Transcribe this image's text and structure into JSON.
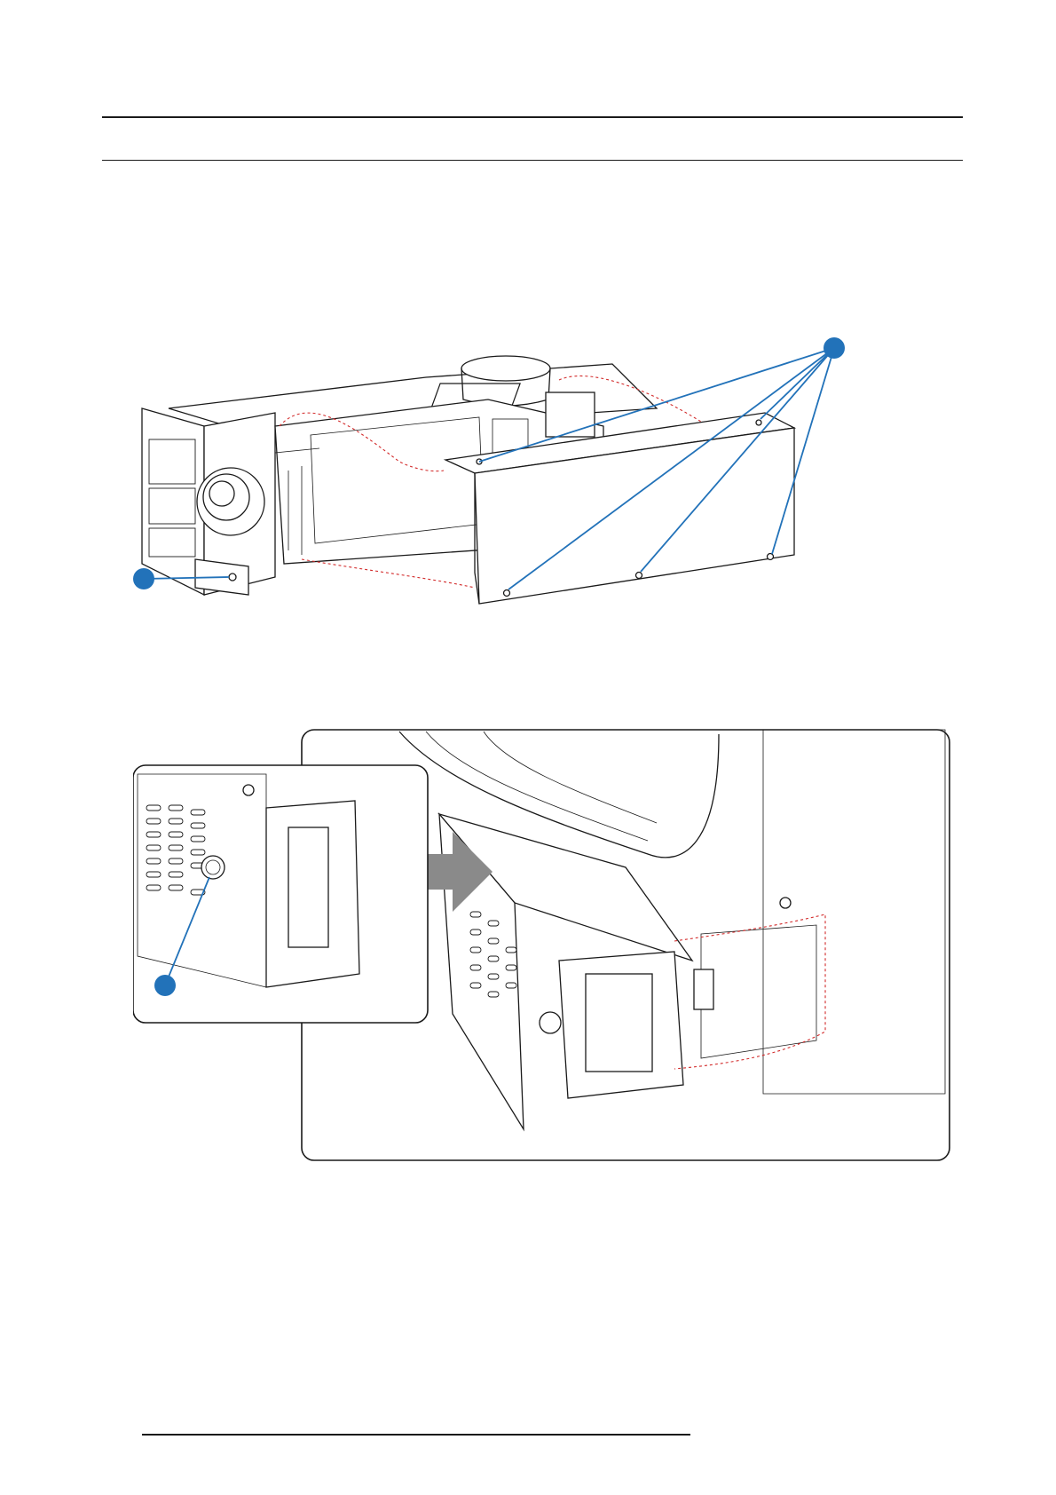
{
  "colors": {
    "callout": "#2272b9",
    "cutline": "#d22a2a",
    "arrow": "#8a8a8a",
    "line": "#1a1a1a"
  },
  "figure_top": {
    "callouts": [
      {
        "name": "callout-a"
      },
      {
        "name": "callout-b"
      }
    ]
  },
  "figure_bottom": {
    "callouts": [
      {
        "name": "callout-c"
      }
    ]
  }
}
